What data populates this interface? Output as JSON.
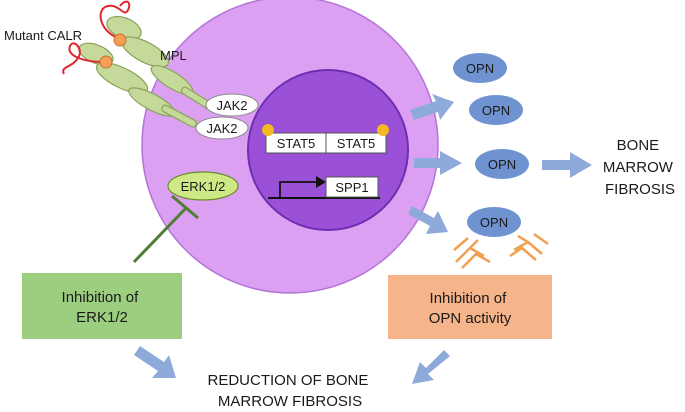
{
  "labels": {
    "mutant_calr": "Mutant CALR",
    "mpl": "MPL",
    "jak2_a": "JAK2",
    "jak2_b": "JAK2",
    "stat5_a": "STAT5",
    "stat5_b": "STAT5",
    "spp1": "SPP1",
    "erk": "ERK1/2",
    "opn_1": "OPN",
    "opn_2": "OPN",
    "opn_3": "OPN",
    "opn_4": "OPN",
    "bone_marrow_fibrosis": [
      "BONE",
      "MARROW",
      "FIBROSIS"
    ],
    "inhibition_erk": [
      "Inhibition of",
      "ERK1/2"
    ],
    "inhibition_opn": [
      "Inhibition of",
      "OPN activity"
    ],
    "reduction": [
      "REDUCTION OF BONE",
      "MARROW FIBROSIS"
    ]
  },
  "colors": {
    "cell_outer": "#dca0f2",
    "cell_outer_stroke": "#b374d6",
    "nucleus": "#9b50d8",
    "nucleus_stroke": "#6f2fb0",
    "receptor": "#c5d99a",
    "receptor_stroke": "#8aa35a",
    "calr": "#e0262e",
    "calr_node": "#f5a05a",
    "stat_dot": "#f5b820",
    "opn_fill": "#6f93d0",
    "arrow": "#8eaadb",
    "erk_fill": "#cdea86",
    "inhib_erk_fill": "#9bcf7f",
    "inhib_line": "#4f7d33",
    "inhib_opn_fill": "#f6b48a",
    "antibody": "#f0a050"
  }
}
